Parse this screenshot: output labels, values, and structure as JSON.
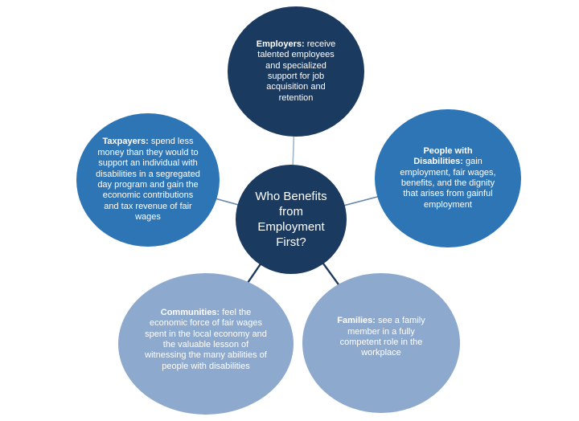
{
  "diagram": {
    "type": "radial-cycle",
    "background_color": "#FFFFFF",
    "center": {
      "label": "Who Benefits from Employment First?",
      "color": "#1B3A5F",
      "text_color": "#FFFFFF"
    },
    "nodes": [
      {
        "id": "employers",
        "lead": "Employers:",
        "rest": "receive talented employees and specialized support for job acquisition and retention",
        "color": "#1B3A5F",
        "text_color": "#FFFFFF"
      },
      {
        "id": "taxpayers",
        "lead": "Taxpayers:",
        "rest": "spend less money than they would to support an individual with disabilities in a segregated day program and gain the economic contributions and tax revenue of fair wages",
        "color": "#2E75B6",
        "text_color": "#FFFFFF"
      },
      {
        "id": "people-with-disabilities",
        "lead": "People with Disabilities:",
        "rest": "gain employment, fair wages, benefits, and the dignity that arises from gainful employment",
        "color": "#2E75B6",
        "text_color": "#FFFFFF"
      },
      {
        "id": "communities",
        "lead": "Communities:",
        "rest": "feel the economic force of fair wages spent in the local economy and the valuable lesson of witnessing the many abilities of people with disabilities",
        "color": "#8EA9CE",
        "text_color": "#FFFFFF"
      },
      {
        "id": "families",
        "lead": "Families:",
        "rest": "see a family member in a fully competent role in the workplace",
        "color": "#8EA9CE",
        "text_color": "#FFFFFF"
      }
    ],
    "connectors": [
      {
        "from": "center",
        "to": "employers",
        "color": "#9FB6CC",
        "width": 1.6
      },
      {
        "from": "center",
        "to": "taxpayers",
        "color": "#6487AB",
        "width": 1.6
      },
      {
        "from": "center",
        "to": "people-with-disabilities",
        "color": "#6487AB",
        "width": 1.6
      },
      {
        "from": "center",
        "to": "communities",
        "color": "#1F3A60",
        "width": 2.4
      },
      {
        "from": "center",
        "to": "families",
        "color": "#1F3A60",
        "width": 2.4
      }
    ]
  }
}
